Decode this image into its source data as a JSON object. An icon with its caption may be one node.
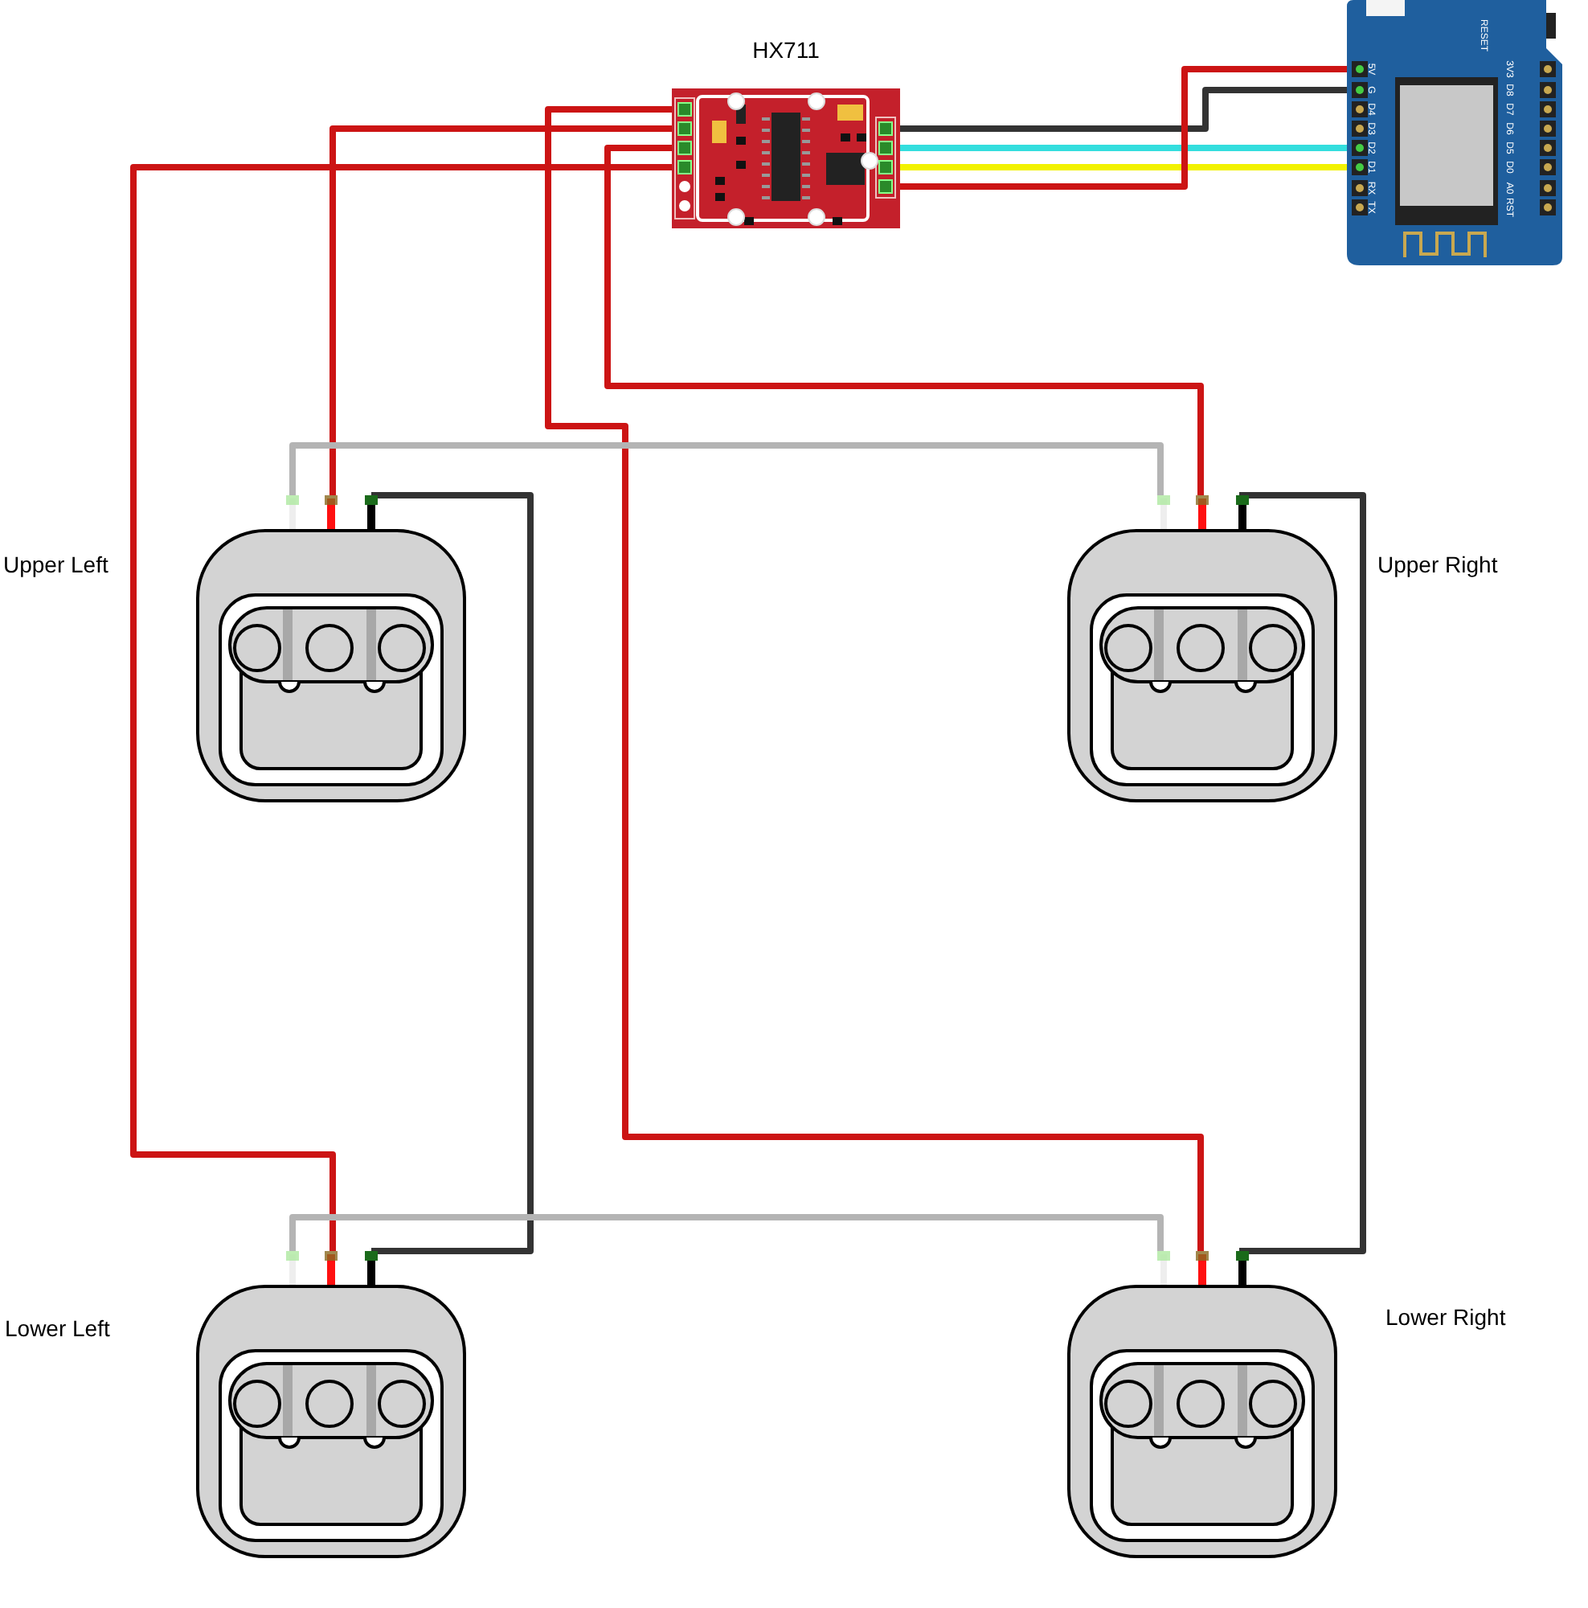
{
  "diagram": {
    "nodes": [
      {
        "text": [
          "HX711"
        ]
      },
      {
        "text": [],
        "shape": "picture"
      },
      {
        "text": [],
        "shape": "picture",
        "beside": [
          "Upper Left"
        ]
      },
      {
        "text": [],
        "shape": "picture",
        "beside": [
          "Upper Right"
        ]
      },
      {
        "text": [],
        "shape": "picture",
        "beside": [
          "Lower Left"
        ]
      },
      {
        "text": [],
        "shape": "picture",
        "beside": [
          "Lower Right"
        ]
      }
    ],
    "edges": [
      {
        "from": 0,
        "to": 5,
        "arrow": "none"
      },
      {
        "from": 0,
        "to": 2,
        "arrow": "none"
      },
      {
        "from": 0,
        "to": 3,
        "arrow": "none"
      },
      {
        "from": 0,
        "to": 4,
        "arrow": "none"
      },
      {
        "from": 0,
        "to": 1,
        "arrow": "none",
        "color": "#333333"
      },
      {
        "from": 0,
        "to": 1,
        "arrow": "none",
        "color": "#33dede"
      },
      {
        "from": 0,
        "to": 1,
        "arrow": "none",
        "color": "#f2f200"
      },
      {
        "from": 0,
        "to": 1,
        "arrow": "none"
      },
      {
        "from": 2,
        "to": 4,
        "arrow": "none",
        "color": "#333333"
      },
      {
        "from": 3,
        "to": 5,
        "arrow": "none",
        "color": "#333333"
      },
      {
        "from": 2,
        "to": 3,
        "arrow": "none",
        "color": "#b4b4b4"
      },
      {
        "from": 4,
        "to": 5,
        "arrow": "none",
        "color": "#b4b4b4"
      }
    ],
    "labels": [
      "RESET",
      "5V",
      "G",
      "D4",
      "D3",
      "D2",
      "D1",
      "RX",
      "TX",
      "3V3",
      "D8",
      "D7",
      "D6",
      "D5",
      "D0",
      "A0",
      "RST"
    ]
  }
}
